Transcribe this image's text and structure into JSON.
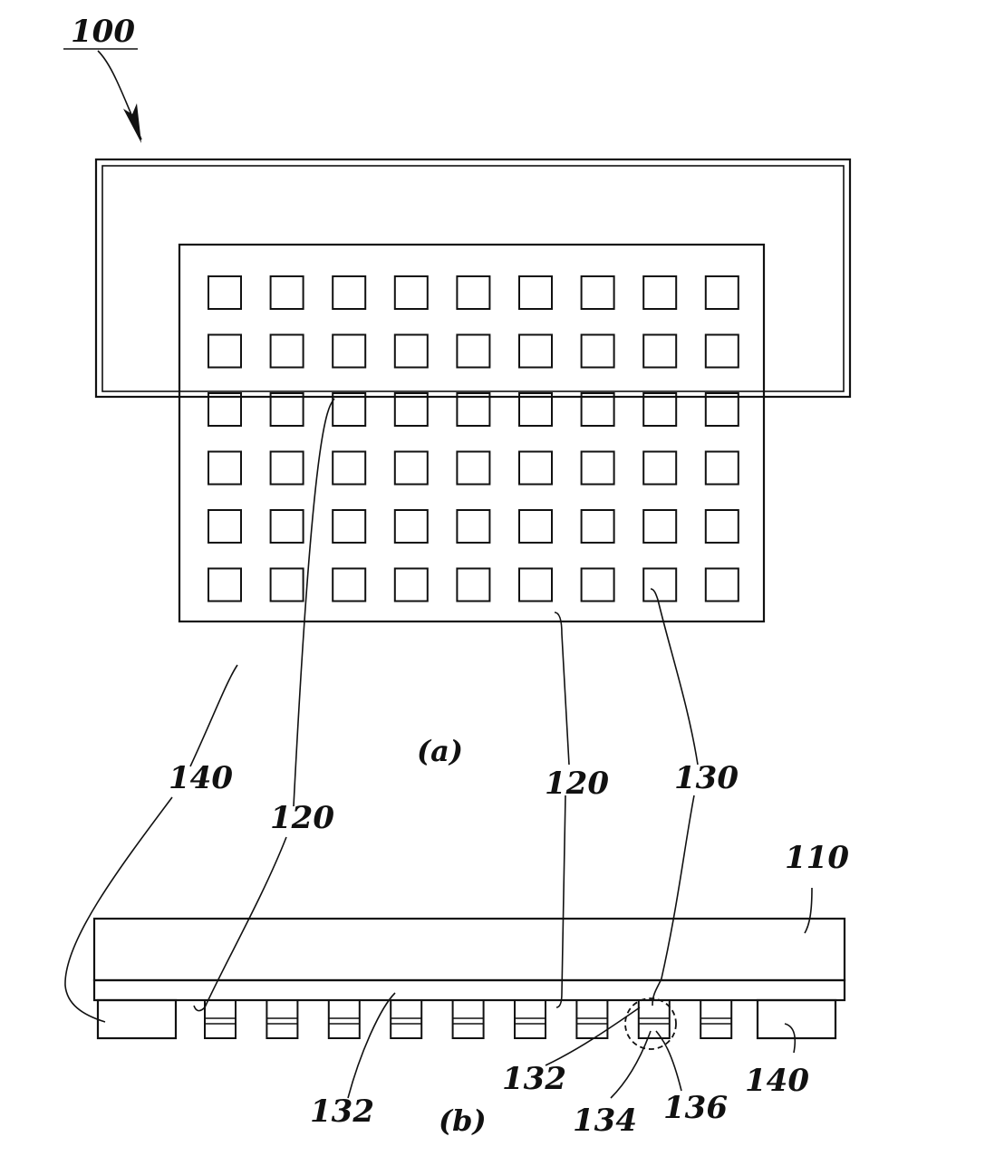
{
  "figure": {
    "label_100": "100",
    "view_a": {
      "caption": "(a)",
      "grid_rows": 6,
      "grid_cols": 9,
      "refs": {
        "r140": "140",
        "r120_left": "120",
        "r120_right": "120",
        "r130": "130"
      }
    },
    "view_b": {
      "caption": "(b)",
      "refs": {
        "r110": "110",
        "r132_left": "132",
        "r132_right": "132",
        "r134": "134",
        "r136": "136",
        "r140": "140"
      }
    }
  }
}
